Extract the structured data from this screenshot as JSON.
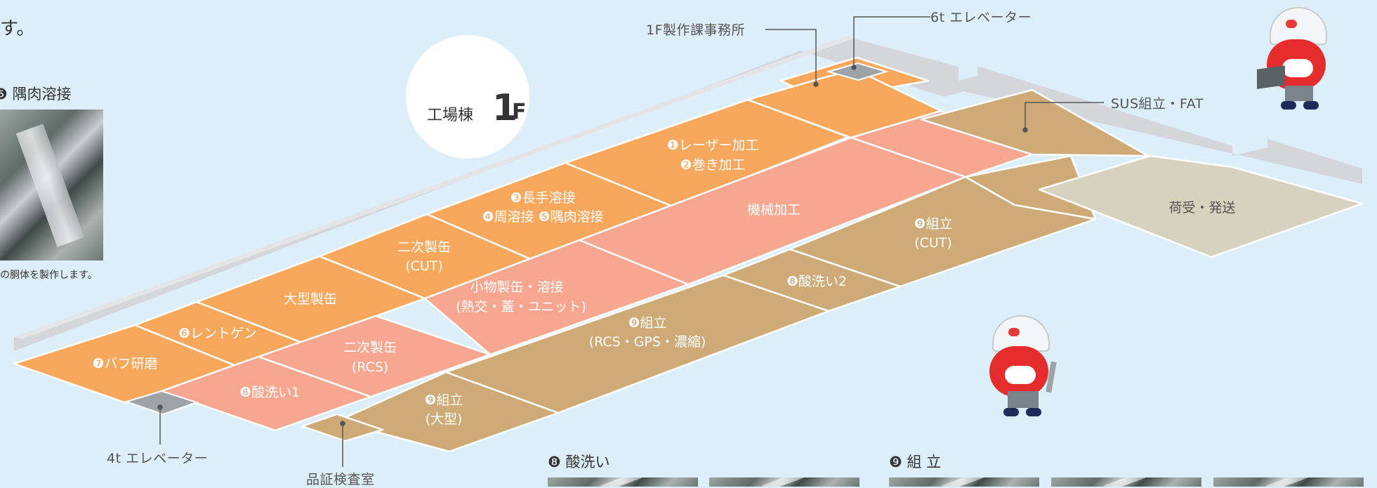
{
  "intro_fragment": "す。",
  "floor_badge": {
    "prefix": "工場棟",
    "big": "1",
    "suffix": "F"
  },
  "left_panel": {
    "heading_num": "❺",
    "heading": "隅肉溶接",
    "caption": "の胴体を製作します。"
  },
  "callouts": {
    "office": "1F製作課事務所",
    "elevator_6t": "6t エレベーター",
    "sus": "SUS組立・FAT",
    "elevator_4t": "4t エレベーター",
    "qc_room": "品証検査室"
  },
  "zones": {
    "laser": [
      "❶レーザー加工",
      "❷巻き加工"
    ],
    "long_weld": [
      "❸長手溶接",
      "❹周溶接 ❺隅肉溶接"
    ],
    "secondary_cut": [
      "二次製缶",
      "(CUT)"
    ],
    "large_can": [
      "大型製缶"
    ],
    "xray": [
      "❻レントゲン"
    ],
    "buff": [
      "❼バフ研磨"
    ],
    "machining": [
      "機械加工"
    ],
    "small_can": [
      "小物製缶・溶接",
      "(熱交・蓋・ユニット)"
    ],
    "secondary_rcs": [
      "二次製缶",
      "(RCS)"
    ],
    "pickling1": [
      "❽酸洗い1"
    ],
    "assembly_large": [
      "❾組立",
      "(大型)"
    ],
    "assembly_rcs": [
      "❾組立",
      "(RCS・GPS・濃縮)"
    ],
    "pickling2": [
      "❽酸洗い2"
    ],
    "assembly_cut": [
      "❾組立",
      "(CUT)"
    ],
    "shipping": [
      "荷受・発送"
    ]
  },
  "bottom_sections": {
    "pickling": {
      "num": "❽",
      "label": "酸洗い"
    },
    "assembly": {
      "num": "❾",
      "label": "組 立"
    }
  },
  "colors": {
    "background": "#dceef8",
    "orange": "#f8a85d",
    "salmon": "#f7a78f",
    "tan": "#cdaa76",
    "shipping": "#d6d2bd",
    "wall": "#d4d6d9",
    "elevator": "#9ea3a8"
  }
}
